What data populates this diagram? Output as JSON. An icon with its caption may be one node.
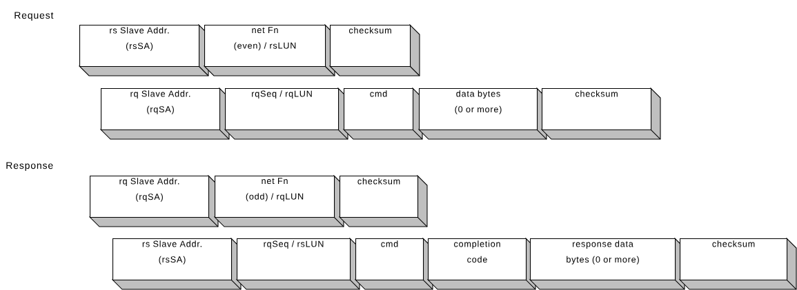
{
  "diagram": {
    "nodes": [
      {
        "text": [
          "rs Slave Addr. (rsSA)"
        ]
      },
      {
        "text": [
          "net Fn (even) / rsLUN"
        ]
      },
      {
        "text": [
          "checksum"
        ]
      },
      {
        "text": [
          "rq Slave Addr. (rqSA)"
        ]
      },
      {
        "text": [
          "rqSeq / rqLUN"
        ]
      },
      {
        "text": [
          "cmd"
        ]
      },
      {
        "text": [
          "data bytes (0 or more)"
        ]
      },
      {
        "text": [
          "checksum"
        ]
      },
      {
        "text": [
          "rq Slave Addr. (rqSA)"
        ]
      },
      {
        "text": [
          "net Fn (odd) / rqLUN"
        ]
      },
      {
        "text": [
          "checksum"
        ]
      },
      {
        "text": [
          "rs Slave Addr. (rsSA)"
        ]
      },
      {
        "text": [
          "rqSeq / rsLUN"
        ]
      },
      {
        "text": [
          "cmd"
        ]
      },
      {
        "text": [
          "completion code"
        ]
      },
      {
        "text": [
          "response data bytes (0 or more)"
        ]
      },
      {
        "text": [
          "checksum"
        ]
      }
    ],
    "labels": [
      "Request",
      "Response"
    ]
  }
}
